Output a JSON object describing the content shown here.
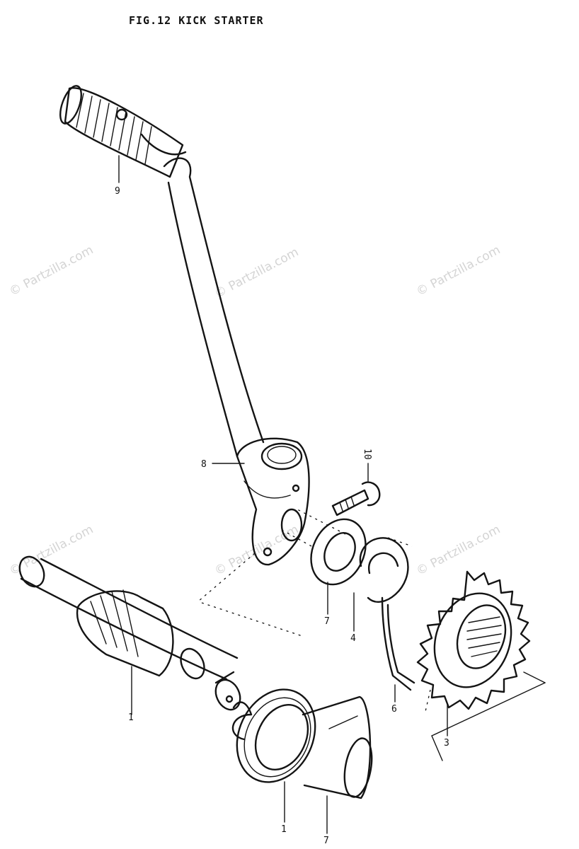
{
  "figure": {
    "title": "FIG.12  KICK STARTER"
  },
  "watermark": {
    "text": "© Partzilla.com"
  },
  "callouts": {
    "c1_shaft": "1",
    "c1_spring": "1",
    "c3": "3",
    "c4": "4",
    "c6": "6",
    "c7_washer": "7",
    "c7_bottom": "7",
    "c8": "8",
    "c9": "9",
    "c10": "10"
  }
}
